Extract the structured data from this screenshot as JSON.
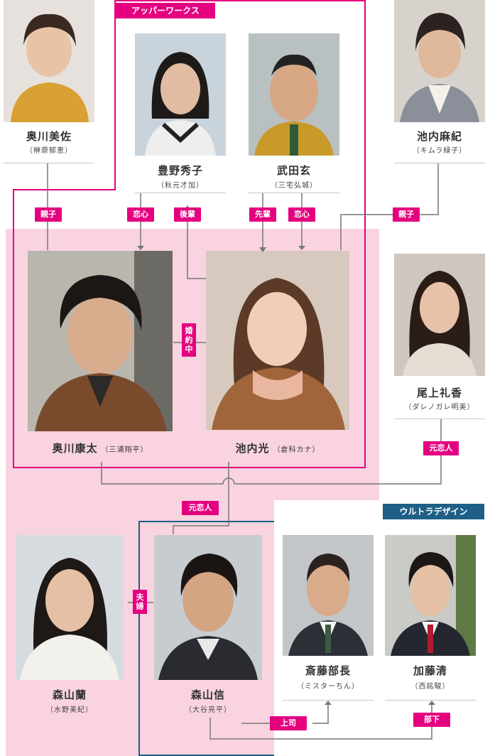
{
  "groups": {
    "upper_works": "アッパーワークス",
    "ultra_design": "ウルトラデザイン"
  },
  "people": {
    "okukawa_misa": {
      "name": "奥川美佐",
      "actor": "（榊原郁恵）"
    },
    "toyono_hideko": {
      "name": "豊野秀子",
      "actor": "（秋元才加）"
    },
    "takeda_gen": {
      "name": "武田玄",
      "actor": "（三宅弘城）"
    },
    "ikeuchi_maki": {
      "name": "池内麻紀",
      "actor": "（キムラ緑子）"
    },
    "okukawa_kota": {
      "name": "奥川康太",
      "actor": "（三浦翔平）"
    },
    "ikeuchi_hikari": {
      "name": "池内光",
      "actor": "（倉科カナ）"
    },
    "onoue_reika": {
      "name": "尾上礼香",
      "actor": "（ダレノガレ明美）"
    },
    "moriyama_ran": {
      "name": "森山蘭",
      "actor": "（水野美紀）"
    },
    "moriyama_shin": {
      "name": "森山信",
      "actor": "（大谷亮平）"
    },
    "saito_bucho": {
      "name": "斎藤部長",
      "actor": "（ミスターちん）"
    },
    "kato_kiyoshi": {
      "name": "加藤清",
      "actor": "（西銘駿）"
    }
  },
  "relations": {
    "parent_left": "親子",
    "parent_right": "親子",
    "love_toyono": "恋心",
    "junior": "後輩",
    "senior": "先輩",
    "love_takeda": "恋心",
    "engaged": "婚約中",
    "ex_lover_reika": "元恋人",
    "ex_lover_shin": "元恋人",
    "married": "夫婦",
    "boss": "上司",
    "subordinate": "部下"
  },
  "colors": {
    "accent": "#e4007f",
    "pink_bg": "#f9d3e0",
    "ultra_border": "#1d5f86",
    "line": "#777777"
  }
}
